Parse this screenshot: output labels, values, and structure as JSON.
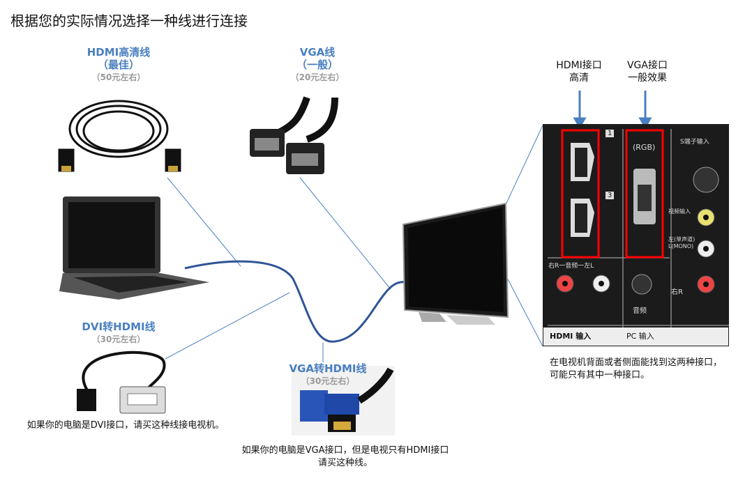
{
  "title": "根据您的实际情况选择一种线进行连接",
  "cables": {
    "hdmi": {
      "name": "HDMI高清线",
      "note": "（最佳）",
      "price": "（50元左右）"
    },
    "vga": {
      "name": "VGA线",
      "note": "（一般）",
      "price": "（20元左右）"
    },
    "dvi": {
      "name": "DVI转HDMI线",
      "price": "（30元左右）",
      "caption": "如果你的电脑是DVI接口，请买这种线接电视机。"
    },
    "vga_hdmi": {
      "name": "VGA转HDMI线",
      "price": "（30元左右）",
      "caption": "如果你的电脑是VGA接口，但是电视只有HDMI接口请买这种线。"
    }
  },
  "ports": {
    "hdmi": {
      "line1": "HDMI接口",
      "line2": "高清"
    },
    "vga": {
      "line1": "VGA接口",
      "line2": "一般效果"
    },
    "caption": "在电视机背面或者侧面能找到这两种接口，可能只有其中一种接口。",
    "panel": {
      "rgb": "(RGB)",
      "hdmi_in": "HDMI 输入",
      "pc_in": "PC 输入",
      "audio": "右R一音频一左L",
      "s_in": "S端子输入",
      "video_in": "视频输入",
      "mono": "左(单声道) L(MONO)",
      "audio2": "音频",
      "right": "右R",
      "n1": "1",
      "n3": "3"
    }
  },
  "colors": {
    "accent": "#4a7fc1",
    "highlight": "#ff0000",
    "cable": "#2f5597"
  }
}
